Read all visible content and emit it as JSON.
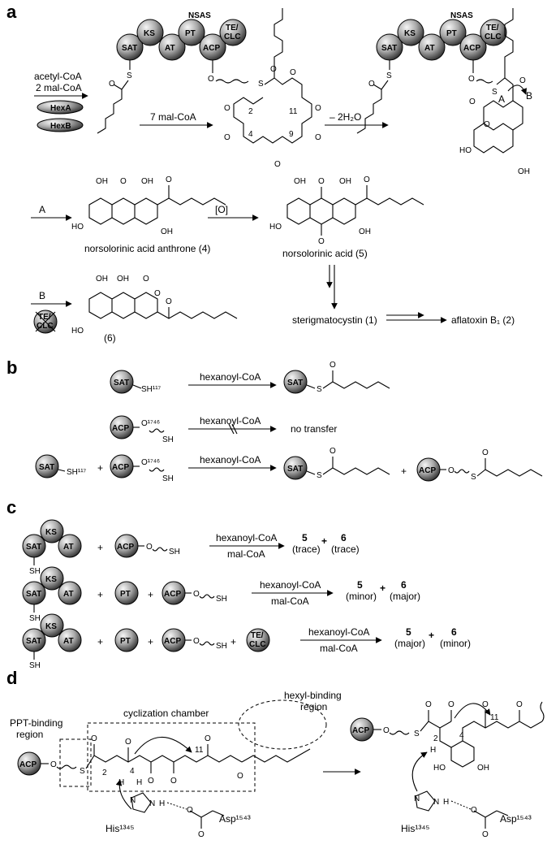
{
  "panels": {
    "a": "a",
    "b": "b",
    "c": "c",
    "d": "d"
  },
  "domains": {
    "sat": "SAT",
    "ks": "KS",
    "at": "AT",
    "pt": "PT",
    "acp": "ACP",
    "te_line1": "TE/",
    "te_line2": "CLC",
    "hexa": "HexA",
    "hexb": "HexB"
  },
  "panel_a": {
    "nsas": "NSAS",
    "reagent1": "acetyl-CoA",
    "reagent2": "2 mal-CoA",
    "step2": "7 mal-CoA",
    "step3": "– 2H₂O",
    "path_a": "A",
    "path_b": "B",
    "oxidation": "[O]",
    "num_2": "2",
    "num_4": "4",
    "num_9": "9",
    "num_11": "11",
    "atom_o": "O",
    "atom_s": "S",
    "atom_oh": "OH",
    "atom_ho": "HO",
    "cpd4": "norsolorinic acid anthrone (4)",
    "cpd5": "norsolorinic acid (5)",
    "cpd6": "(6)",
    "cpd1": "sterigmatocystin (1)",
    "cpd2": "aflatoxin B₁ (2)"
  },
  "panel_b": {
    "sh117": "SH¹¹⁷",
    "o1746": "O¹⁷⁴⁶",
    "sh": "SH",
    "reagent": "hexanoyl-CoA",
    "no_transfer": "no transfer",
    "plus": "+"
  },
  "panel_c": {
    "reagent1": "hexanoyl-CoA",
    "reagent2": "mal-CoA",
    "plus": "+",
    "p5": "5",
    "p6": "6",
    "row1": {
      "a": "(trace)",
      "b": "(trace)"
    },
    "row2": {
      "a": "(minor)",
      "b": "(major)"
    },
    "row3": {
      "a": "(major)",
      "b": "(minor)"
    }
  },
  "panel_d": {
    "ppt": "PPT-binding",
    "region": "region",
    "cyc": "cyclization chamber",
    "hexyl": "hexyl-binding",
    "his": "His¹³⁴⁵",
    "asp": "Asp¹⁵⁴³",
    "n": "N",
    "h": "H",
    "num_2": "2",
    "num_4": "4",
    "num_11": "11"
  }
}
